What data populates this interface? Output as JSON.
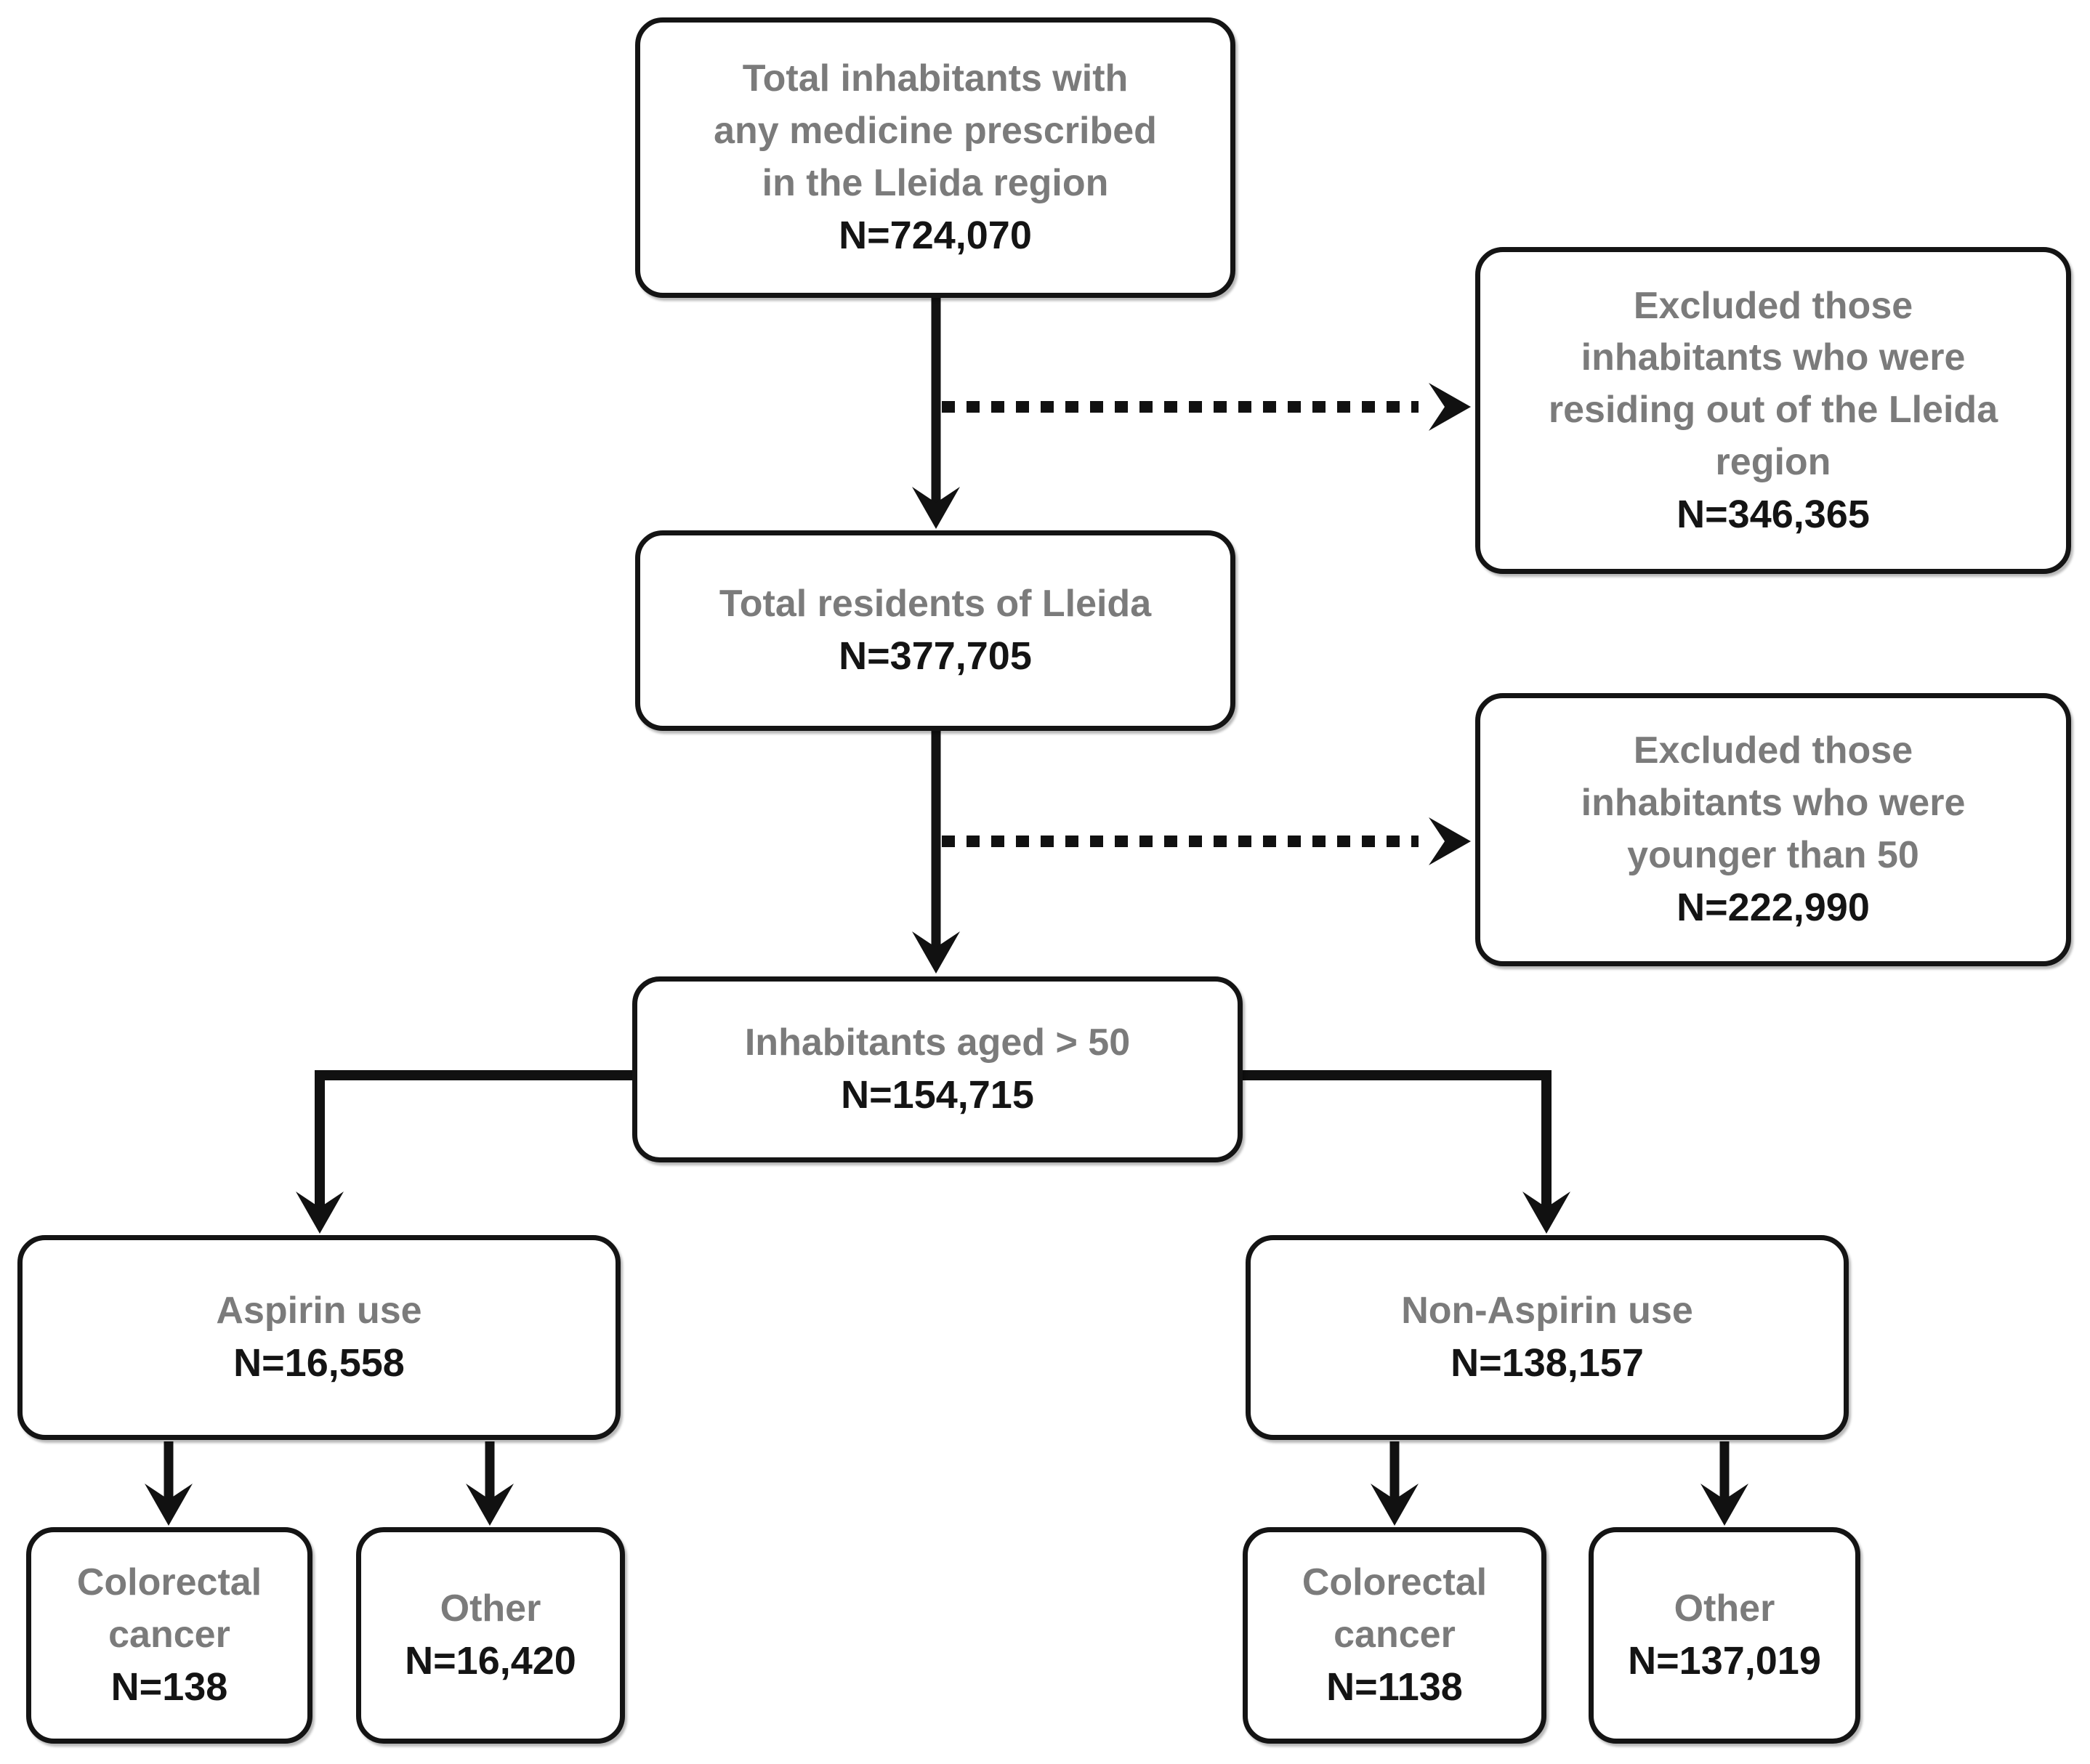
{
  "diagram": {
    "nodes": {
      "total_inhabitants": {
        "label": "Total inhabitants with\nany medicine prescribed\nin the Lleida region",
        "n": "N=724,070"
      },
      "excluded_non_residents": {
        "label": "Excluded those\ninhabitants who were\nresiding out of the Lleida\nregion",
        "n": "N=346,365"
      },
      "total_residents": {
        "label": "Total residents of Lleida",
        "n": "N=377,705"
      },
      "excluded_younger_50": {
        "label": "Excluded those\ninhabitants who were\nyounger than 50",
        "n": "N=222,990"
      },
      "aged_over_50": {
        "label": "Inhabitants aged > 50",
        "n": "N=154,715"
      },
      "aspirin_use": {
        "label": "Aspirin use",
        "n": "N=16,558"
      },
      "non_aspirin_use": {
        "label": "Non-Aspirin use",
        "n": "N=138,157"
      },
      "aspirin_colorectal": {
        "label": "Colorectal\ncancer",
        "n": "N=138"
      },
      "aspirin_other": {
        "label": "Other",
        "n": "N=16,420"
      },
      "non_aspirin_colorectal": {
        "label": "Colorectal\ncancer",
        "n": "N=1138"
      },
      "non_aspirin_other": {
        "label": "Other",
        "n": "N=137,019"
      }
    },
    "edges": [
      {
        "from": "total_inhabitants",
        "to": "total_residents",
        "style": "solid"
      },
      {
        "from": "total_inhabitants",
        "to": "excluded_non_residents",
        "style": "dashed"
      },
      {
        "from": "total_residents",
        "to": "aged_over_50",
        "style": "solid"
      },
      {
        "from": "total_residents",
        "to": "excluded_younger_50",
        "style": "dashed"
      },
      {
        "from": "aged_over_50",
        "to": "aspirin_use",
        "style": "solid"
      },
      {
        "from": "aged_over_50",
        "to": "non_aspirin_use",
        "style": "solid"
      },
      {
        "from": "aspirin_use",
        "to": "aspirin_colorectal",
        "style": "solid"
      },
      {
        "from": "aspirin_use",
        "to": "aspirin_other",
        "style": "solid"
      },
      {
        "from": "non_aspirin_use",
        "to": "non_aspirin_colorectal",
        "style": "solid"
      },
      {
        "from": "non_aspirin_use",
        "to": "non_aspirin_other",
        "style": "solid"
      }
    ],
    "colors": {
      "label_gray": "#7b7b7b",
      "value_black": "#141414",
      "line_black": "#111111",
      "box_background": "#ffffff",
      "page_background": "#ffffff"
    }
  }
}
